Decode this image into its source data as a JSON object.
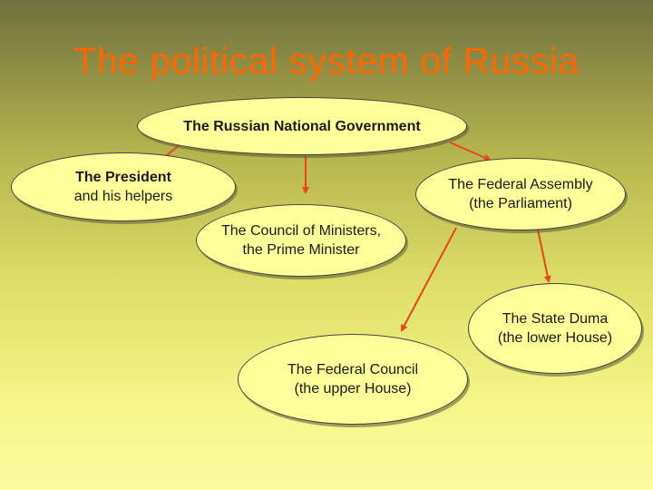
{
  "slide": {
    "title": "The political system of Russia"
  },
  "nodes": {
    "government": {
      "line1": "The Russian National Government"
    },
    "president": {
      "line1": "The President",
      "line2": "and his helpers"
    },
    "federal_assembly": {
      "line1": "The Federal Assembly",
      "line2": "(the Parliament)"
    },
    "council_of_ministers": {
      "line1": "The Council of Ministers,",
      "line2": "the Prime Minister"
    },
    "state_duma": {
      "line1": "The State Duma",
      "line2": "(the lower House)"
    },
    "federal_council": {
      "line1": "The Federal Council",
      "line2": "(the upper House)"
    }
  },
  "colors": {
    "title": "#ff6600",
    "node_fill": "#ffff99",
    "arrow": "#e8461a"
  }
}
